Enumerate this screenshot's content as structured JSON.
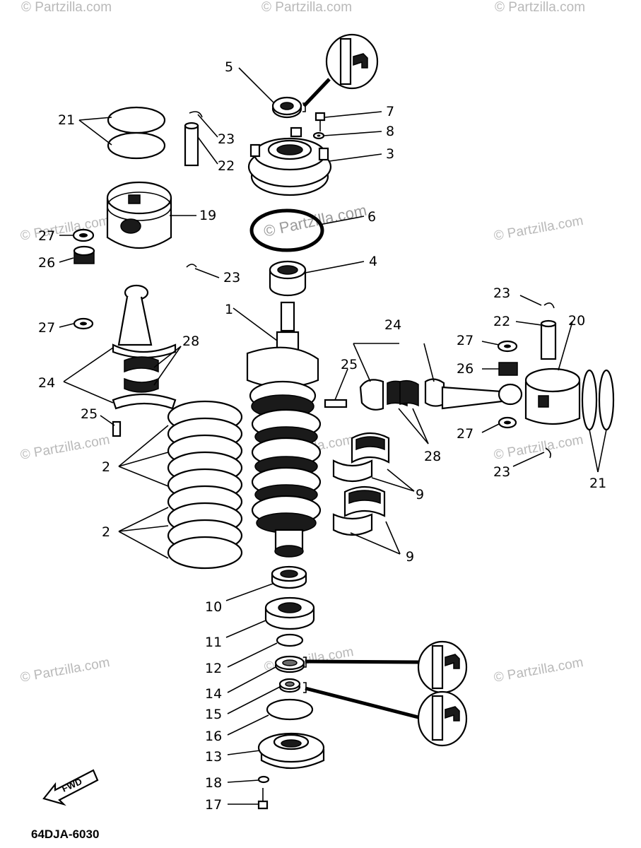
{
  "diagram_code": "64DJA-6030",
  "fwd_label": "FWD",
  "watermark_text": "© Partzilla.com",
  "labels": {
    "p1": "1",
    "p2a": "2",
    "p2b": "2",
    "p3": "3",
    "p4": "4",
    "p5": "5",
    "p6": "6",
    "p7": "7",
    "p8": "8",
    "p9a": "9",
    "p9b": "9",
    "p10": "10",
    "p11": "11",
    "p12": "12",
    "p13": "13",
    "p14": "14",
    "p15": "15",
    "p16": "16",
    "p17": "17",
    "p18": "18",
    "p19": "19",
    "p20": "20",
    "p21a": "21",
    "p21b": "21",
    "p22a": "22",
    "p22b": "22",
    "p23a": "23",
    "p23b": "23",
    "p23c": "23",
    "p23d": "23",
    "p24a": "24",
    "p24b": "24",
    "p25a": "25",
    "p25b": "25",
    "p26a": "26",
    "p26b": "26",
    "p27a": "27",
    "p27b": "27",
    "p27c": "27",
    "p27d": "27",
    "p28a": "28",
    "p28b": "28"
  },
  "colors": {
    "line": "#000000",
    "watermark": "#b9b9b9",
    "background": "#ffffff"
  }
}
